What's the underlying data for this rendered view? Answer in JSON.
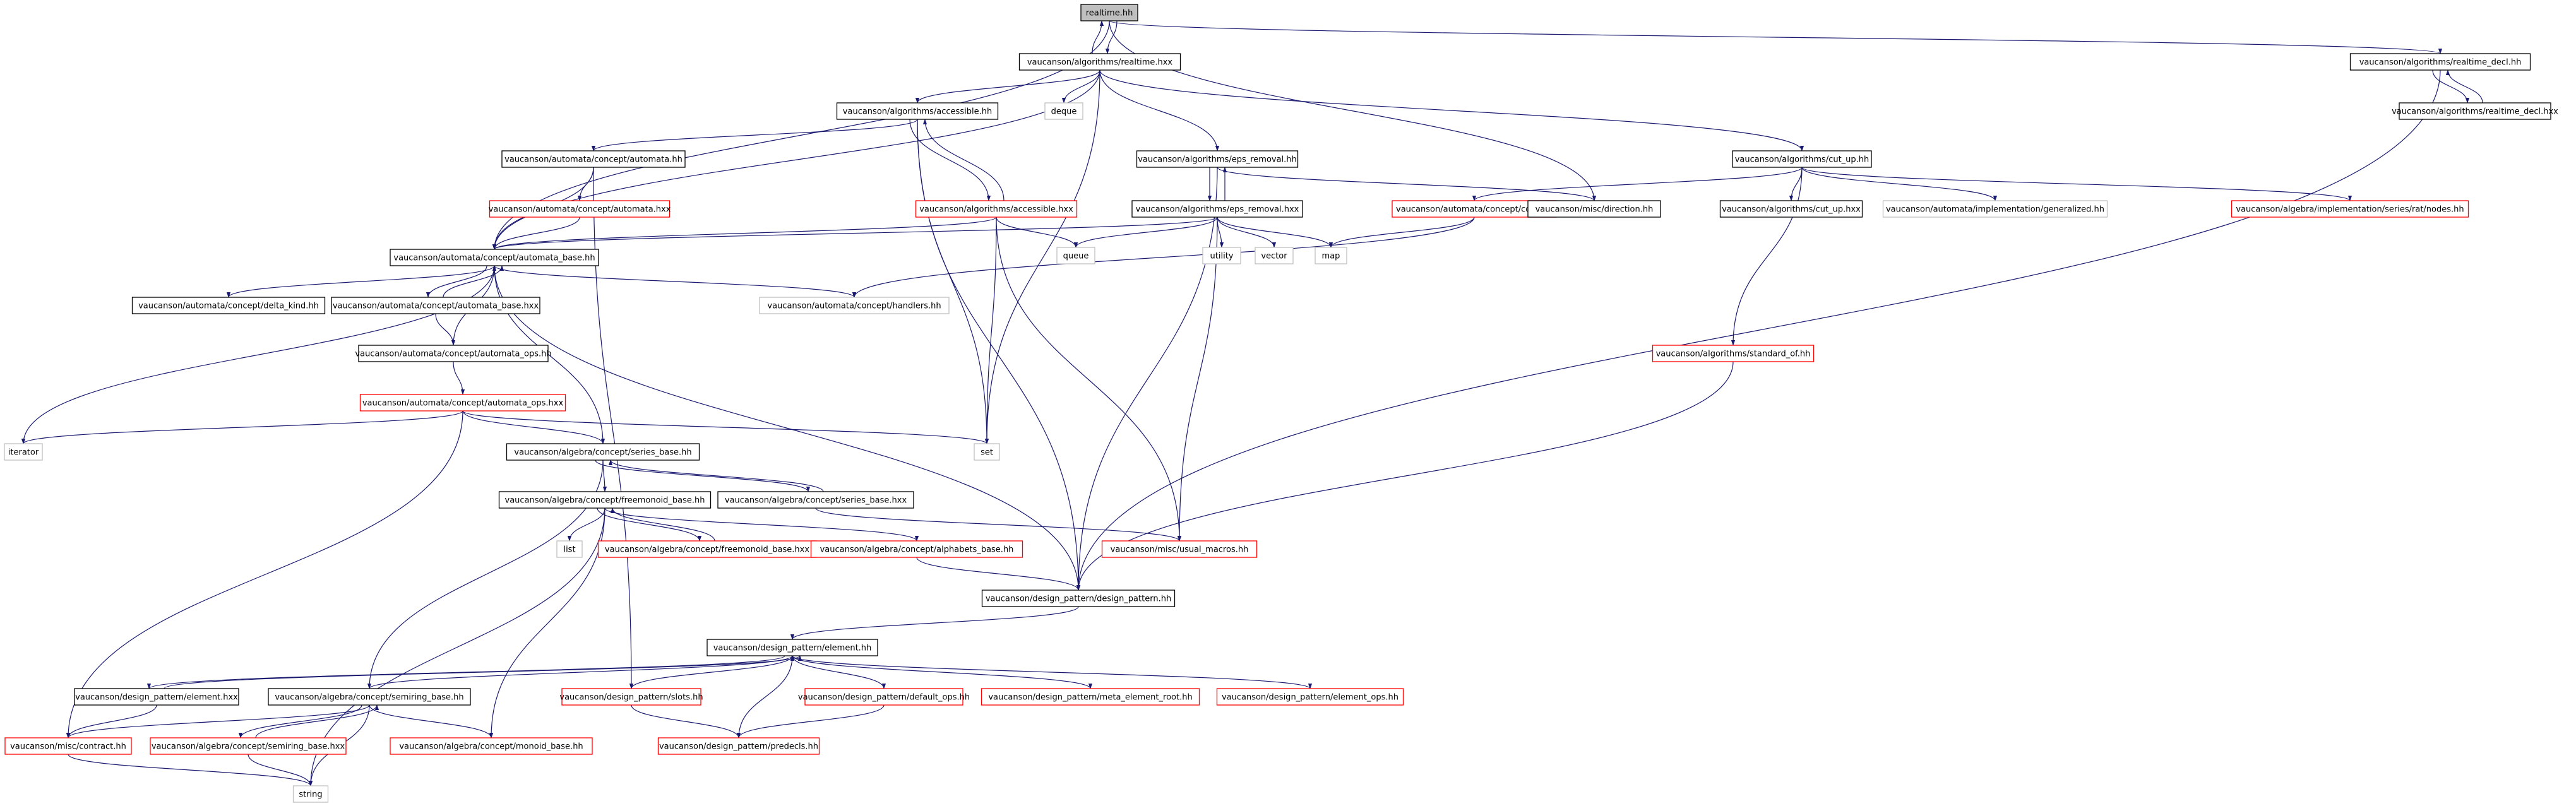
{
  "colors": {
    "edge": "#191970",
    "border_black": "#000000",
    "border_red": "#ff0000",
    "border_grey": "#bfbfbf",
    "root_fill": "#bfbfbf",
    "node_fill": "#ffffff"
  },
  "nodes": [
    {
      "id": "realtime_hh",
      "label": "realtime.hh",
      "style": "root"
    },
    {
      "id": "alg_realtime_hxx",
      "label": "vaucanson/algorithms/realtime.hxx",
      "style": "black"
    },
    {
      "id": "alg_realtime_decl_hh",
      "label": "vaucanson/algorithms/realtime_decl.hh",
      "style": "black"
    },
    {
      "id": "alg_realtime_decl_hxx",
      "label": "vaucanson/algorithms/realtime_decl.hxx",
      "style": "black"
    },
    {
      "id": "alg_accessible_hh",
      "label": "vaucanson/algorithms/accessible.hh",
      "style": "black"
    },
    {
      "id": "deque",
      "label": "deque",
      "style": "grey"
    },
    {
      "id": "alg_eps_removal_hh",
      "label": "vaucanson/algorithms/eps_removal.hh",
      "style": "black"
    },
    {
      "id": "alg_cut_up_hh",
      "label": "vaucanson/algorithms/cut_up.hh",
      "style": "black"
    },
    {
      "id": "auto_concept_automata_hh",
      "label": "vaucanson/automata/concept/automata.hh",
      "style": "black"
    },
    {
      "id": "alg_accessible_hxx",
      "label": "vaucanson/algorithms/accessible.hxx",
      "style": "red"
    },
    {
      "id": "alg_eps_removal_hxx",
      "label": "vaucanson/algorithms/eps_removal.hxx",
      "style": "black"
    },
    {
      "id": "auto_concept_copy_hh",
      "label": "vaucanson/automata/concept/copy.hh",
      "style": "red"
    },
    {
      "id": "misc_direction_hh",
      "label": "vaucanson/misc/direction.hh",
      "style": "black"
    },
    {
      "id": "alg_cut_up_hxx",
      "label": "vaucanson/algorithms/cut_up.hxx",
      "style": "black"
    },
    {
      "id": "auto_impl_generalized_hh",
      "label": "vaucanson/automata/implementation/generalized.hh",
      "style": "grey"
    },
    {
      "id": "alg_impl_series_rat_nodes_hh",
      "label": "vaucanson/algebra/implementation/series/rat/nodes.hh",
      "style": "red"
    },
    {
      "id": "auto_concept_automata_hxx",
      "label": "vaucanson/automata/concept/automata.hxx",
      "style": "red"
    },
    {
      "id": "queue",
      "label": "queue",
      "style": "grey"
    },
    {
      "id": "utility",
      "label": "utility",
      "style": "grey"
    },
    {
      "id": "vector",
      "label": "vector",
      "style": "grey"
    },
    {
      "id": "map",
      "label": "map",
      "style": "grey"
    },
    {
      "id": "auto_concept_automata_base_hh",
      "label": "vaucanson/automata/concept/automata_base.hh",
      "style": "black"
    },
    {
      "id": "auto_concept_delta_kind_hh",
      "label": "vaucanson/automata/concept/delta_kind.hh",
      "style": "black"
    },
    {
      "id": "auto_concept_automata_base_hxx",
      "label": "vaucanson/automata/concept/automata_base.hxx",
      "style": "black"
    },
    {
      "id": "auto_concept_handlers_hh",
      "label": "vaucanson/automata/concept/handlers.hh",
      "style": "grey"
    },
    {
      "id": "auto_concept_automata_ops_hh",
      "label": "vaucanson/automata/concept/automata_ops.hh",
      "style": "black"
    },
    {
      "id": "alg_standard_of_hh",
      "label": "vaucanson/algorithms/standard_of.hh",
      "style": "red"
    },
    {
      "id": "auto_concept_automata_ops_hxx",
      "label": "vaucanson/automata/concept/automata_ops.hxx",
      "style": "red"
    },
    {
      "id": "iterator",
      "label": "iterator",
      "style": "grey"
    },
    {
      "id": "set",
      "label": "set",
      "style": "grey"
    },
    {
      "id": "alge_concept_series_base_hh",
      "label": "vaucanson/algebra/concept/series_base.hh",
      "style": "black"
    },
    {
      "id": "alge_concept_freemonoid_base_hh",
      "label": "vaucanson/algebra/concept/freemonoid_base.hh",
      "style": "black"
    },
    {
      "id": "alge_concept_series_base_hxx",
      "label": "vaucanson/algebra/concept/series_base.hxx",
      "style": "black"
    },
    {
      "id": "list",
      "label": "list",
      "style": "grey"
    },
    {
      "id": "alge_concept_freemonoid_base_hxx",
      "label": "vaucanson/algebra/concept/freemonoid_base.hxx",
      "style": "red"
    },
    {
      "id": "alge_concept_alphabets_base_hh",
      "label": "vaucanson/algebra/concept/alphabets_base.hh",
      "style": "red"
    },
    {
      "id": "misc_usual_macros_hh",
      "label": "vaucanson/misc/usual_macros.hh",
      "style": "red"
    },
    {
      "id": "dp_design_pattern_hh",
      "label": "vaucanson/design_pattern/design_pattern.hh",
      "style": "black"
    },
    {
      "id": "dp_element_hh",
      "label": "vaucanson/design_pattern/element.hh",
      "style": "black"
    },
    {
      "id": "dp_element_hxx",
      "label": "vaucanson/design_pattern/element.hxx",
      "style": "black"
    },
    {
      "id": "alge_concept_semiring_base_hh",
      "label": "vaucanson/algebra/concept/semiring_base.hh",
      "style": "black"
    },
    {
      "id": "dp_slots_hh",
      "label": "vaucanson/design_pattern/slots.hh",
      "style": "red"
    },
    {
      "id": "dp_default_ops_hh",
      "label": "vaucanson/design_pattern/default_ops.hh",
      "style": "red"
    },
    {
      "id": "dp_meta_element_root_hh",
      "label": "vaucanson/design_pattern/meta_element_root.hh",
      "style": "red"
    },
    {
      "id": "dp_element_ops_hh",
      "label": "vaucanson/design_pattern/element_ops.hh",
      "style": "red"
    },
    {
      "id": "misc_contract_hh",
      "label": "vaucanson/misc/contract.hh",
      "style": "red"
    },
    {
      "id": "alge_concept_semiring_base_hxx",
      "label": "vaucanson/algebra/concept/semiring_base.hxx",
      "style": "red"
    },
    {
      "id": "alge_concept_monoid_base_hh",
      "label": "vaucanson/algebra/concept/monoid_base.hh",
      "style": "red"
    },
    {
      "id": "dp_predecls_hh",
      "label": "vaucanson/design_pattern/predecls.hh",
      "style": "red"
    },
    {
      "id": "string",
      "label": "string",
      "style": "grey"
    }
  ],
  "edges": [
    [
      "realtime_hh",
      "alg_realtime_hxx"
    ],
    [
      "alg_realtime_hxx",
      "realtime_hh"
    ],
    [
      "realtime_hh",
      "alg_realtime_decl_hh"
    ],
    [
      "realtime_hh",
      "auto_concept_automata_base_hh"
    ],
    [
      "realtime_hh",
      "misc_direction_hh"
    ],
    [
      "alg_realtime_decl_hh",
      "alg_realtime_decl_hxx"
    ],
    [
      "alg_realtime_decl_hxx",
      "alg_realtime_decl_hh"
    ],
    [
      "alg_realtime_decl_hh",
      "dp_design_pattern_hh"
    ],
    [
      "alg_realtime_hxx",
      "alg_accessible_hh"
    ],
    [
      "alg_realtime_hxx",
      "deque"
    ],
    [
      "alg_realtime_hxx",
      "alg_eps_removal_hh"
    ],
    [
      "alg_realtime_hxx",
      "alg_cut_up_hh"
    ],
    [
      "alg_realtime_hxx",
      "set"
    ],
    [
      "alg_realtime_hxx",
      "auto_concept_automata_base_hh"
    ],
    [
      "alg_accessible_hh",
      "auto_concept_automata_hh"
    ],
    [
      "alg_accessible_hh",
      "alg_accessible_hxx"
    ],
    [
      "alg_accessible_hxx",
      "alg_accessible_hh"
    ],
    [
      "alg_accessible_hh",
      "set"
    ],
    [
      "alg_accessible_hh",
      "dp_design_pattern_hh"
    ],
    [
      "alg_accessible_hxx",
      "queue"
    ],
    [
      "alg_accessible_hxx",
      "set"
    ],
    [
      "alg_accessible_hxx",
      "auto_concept_automata_base_hh"
    ],
    [
      "alg_accessible_hxx",
      "misc_usual_macros_hh"
    ],
    [
      "alg_eps_removal_hh",
      "alg_eps_removal_hxx"
    ],
    [
      "alg_eps_removal_hxx",
      "alg_eps_removal_hh"
    ],
    [
      "alg_eps_removal_hh",
      "misc_direction_hh"
    ],
    [
      "alg_eps_removal_hh",
      "dp_design_pattern_hh"
    ],
    [
      "alg_eps_removal_hxx",
      "queue"
    ],
    [
      "alg_eps_removal_hxx",
      "utility"
    ],
    [
      "alg_eps_removal_hxx",
      "vector"
    ],
    [
      "alg_eps_removal_hxx",
      "map"
    ],
    [
      "alg_eps_removal_hxx",
      "auto_concept_automata_base_hh"
    ],
    [
      "alg_eps_removal_hxx",
      "misc_usual_macros_hh"
    ],
    [
      "alg_cut_up_hh",
      "auto_concept_copy_hh"
    ],
    [
      "alg_cut_up_hh",
      "alg_cut_up_hxx"
    ],
    [
      "alg_cut_up_hh",
      "auto_impl_generalized_hh"
    ],
    [
      "alg_cut_up_hh",
      "alg_impl_series_rat_nodes_hh"
    ],
    [
      "alg_cut_up_hh",
      "alg_standard_of_hh"
    ],
    [
      "auto_concept_copy_hh",
      "map"
    ],
    [
      "auto_concept_copy_hh",
      "auto_concept_handlers_hh"
    ],
    [
      "auto_concept_automata_hh",
      "auto_concept_automata_hxx"
    ],
    [
      "auto_concept_automata_hh",
      "auto_concept_automata_base_hh"
    ],
    [
      "auto_concept_automata_hh",
      "dp_slots_hh"
    ],
    [
      "auto_concept_automata_hxx",
      "auto_concept_automata_base_hh"
    ],
    [
      "auto_concept_automata_base_hh",
      "auto_concept_delta_kind_hh"
    ],
    [
      "auto_concept_automata_base_hh",
      "auto_concept_automata_base_hxx"
    ],
    [
      "auto_concept_automata_base_hxx",
      "auto_concept_automata_base_hh"
    ],
    [
      "auto_concept_automata_base_hh",
      "auto_concept_handlers_hh"
    ],
    [
      "auto_concept_automata_base_hh",
      "iterator"
    ],
    [
      "auto_concept_automata_base_hh",
      "alge_concept_series_base_hh"
    ],
    [
      "auto_concept_automata_base_hh",
      "dp_design_pattern_hh"
    ],
    [
      "auto_concept_automata_base_hxx",
      "auto_concept_automata_ops_hh"
    ],
    [
      "auto_concept_automata_ops_hh",
      "auto_concept_automata_base_hh"
    ],
    [
      "auto_concept_automata_ops_hh",
      "auto_concept_automata_ops_hxx"
    ],
    [
      "auto_concept_automata_ops_hxx",
      "iterator"
    ],
    [
      "auto_concept_automata_ops_hxx",
      "set"
    ],
    [
      "auto_concept_automata_ops_hxx",
      "alge_concept_series_base_hh"
    ],
    [
      "auto_concept_automata_ops_hxx",
      "misc_contract_hh"
    ],
    [
      "alg_standard_of_hh",
      "dp_design_pattern_hh"
    ],
    [
      "alge_concept_series_base_hh",
      "alge_concept_freemonoid_base_hh"
    ],
    [
      "alge_concept_series_base_hh",
      "alge_concept_series_base_hxx"
    ],
    [
      "alge_concept_series_base_hxx",
      "alge_concept_series_base_hh"
    ],
    [
      "alge_concept_series_base_hh",
      "alge_concept_semiring_base_hh"
    ],
    [
      "alge_concept_series_base_hxx",
      "misc_usual_macros_hh"
    ],
    [
      "alge_concept_freemonoid_base_hh",
      "list"
    ],
    [
      "alge_concept_freemonoid_base_hh",
      "alge_concept_freemonoid_base_hxx"
    ],
    [
      "alge_concept_freemonoid_base_hxx",
      "alge_concept_freemonoid_base_hh"
    ],
    [
      "alge_concept_freemonoid_base_hh",
      "alge_concept_alphabets_base_hh"
    ],
    [
      "alge_concept_freemonoid_base_hh",
      "alge_concept_monoid_base_hh"
    ],
    [
      "alge_concept_freemonoid_base_hh",
      "string"
    ],
    [
      "alge_concept_alphabets_base_hh",
      "dp_design_pattern_hh"
    ],
    [
      "dp_design_pattern_hh",
      "dp_element_hh"
    ],
    [
      "dp_element_hh",
      "dp_element_hxx"
    ],
    [
      "dp_element_hxx",
      "dp_element_hh"
    ],
    [
      "dp_element_hh",
      "dp_slots_hh"
    ],
    [
      "dp_element_hh",
      "dp_default_ops_hh"
    ],
    [
      "dp_element_hh",
      "dp_meta_element_root_hh"
    ],
    [
      "dp_element_hh",
      "dp_element_ops_hh"
    ],
    [
      "dp_element_hh",
      "dp_predecls_hh"
    ],
    [
      "dp_element_hxx",
      "misc_contract_hh"
    ],
    [
      "dp_default_ops_hh",
      "dp_predecls_hh"
    ],
    [
      "dp_slots_hh",
      "dp_predecls_hh"
    ],
    [
      "alge_concept_semiring_base_hh",
      "dp_element_hh"
    ],
    [
      "alge_concept_semiring_base_hh",
      "misc_contract_hh"
    ],
    [
      "alge_concept_semiring_base_hh",
      "alge_concept_semiring_base_hxx"
    ],
    [
      "alge_concept_semiring_base_hxx",
      "alge_concept_semiring_base_hh"
    ],
    [
      "alge_concept_semiring_base_hh",
      "alge_concept_monoid_base_hh"
    ],
    [
      "alge_concept_semiring_base_hh",
      "string"
    ],
    [
      "alge_concept_semiring_base_hxx",
      "string"
    ],
    [
      "misc_contract_hh",
      "string"
    ]
  ]
}
